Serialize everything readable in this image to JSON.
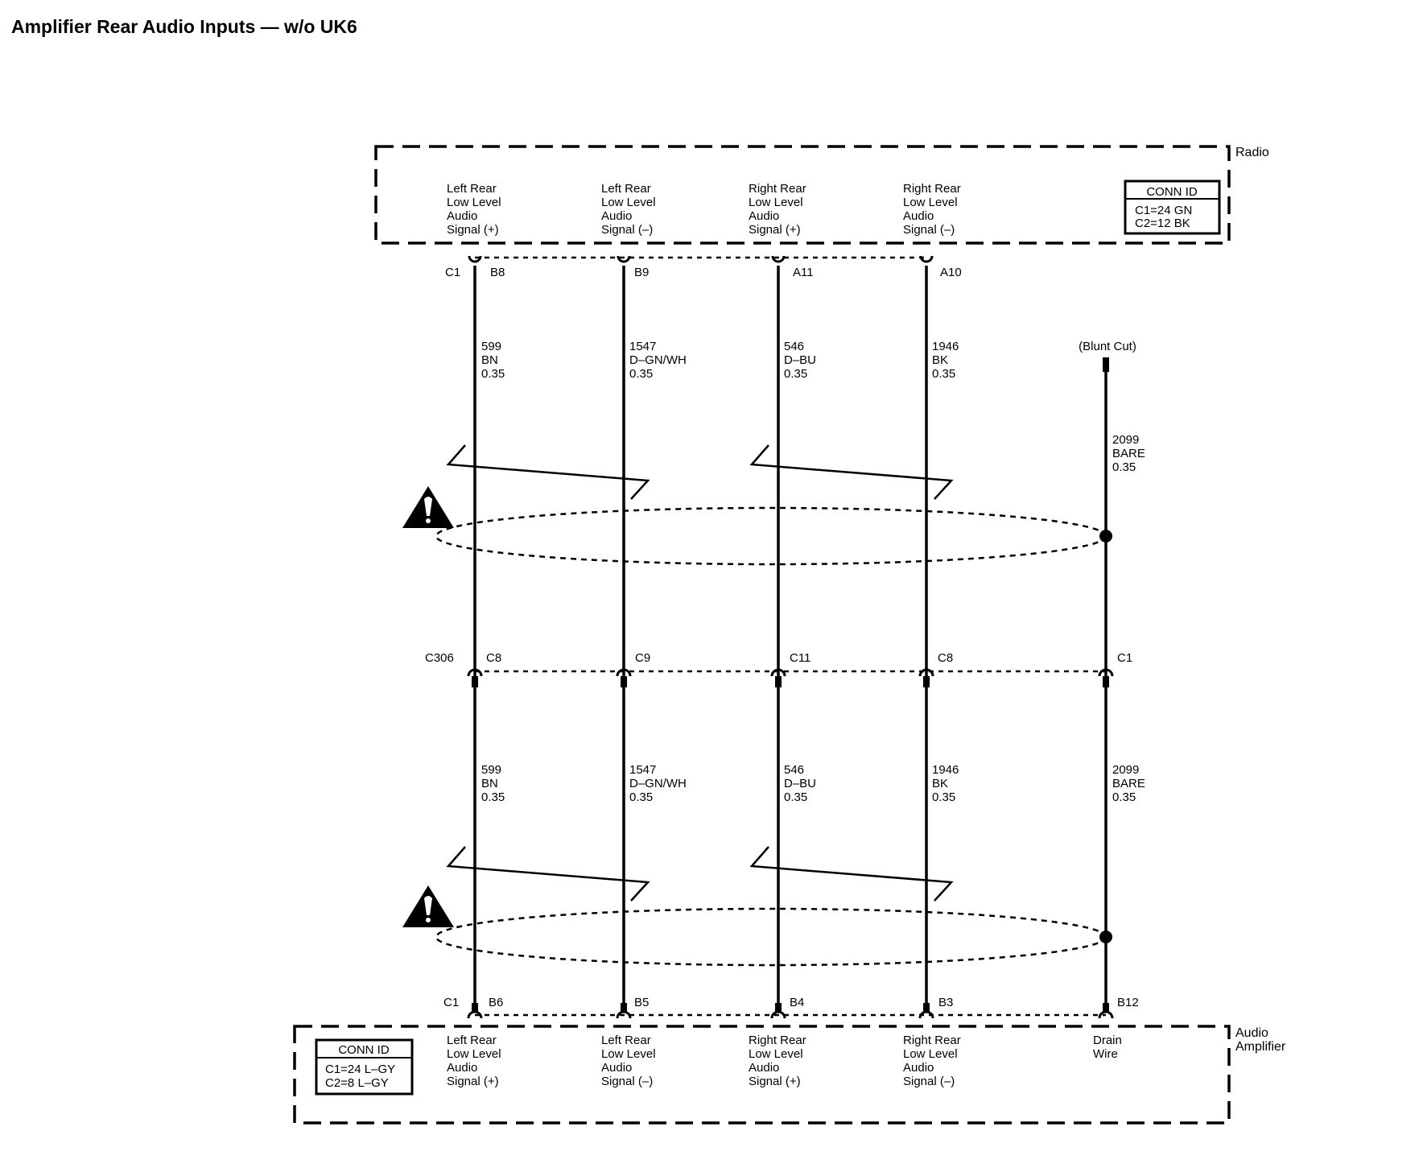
{
  "title": "Amplifier Rear Audio Inputs — w/o UK6",
  "radio": {
    "name": "Radio",
    "conn_id": {
      "header": "CONN ID",
      "lines": [
        "C1=24 GN",
        "C2=12 BK"
      ]
    },
    "connector": "C1",
    "pins": [
      "B8",
      "B9",
      "A11",
      "A10"
    ],
    "terminals": [
      [
        "Left Rear",
        "Low Level",
        "Audio",
        "Signal (+)"
      ],
      [
        "Left Rear",
        "Low Level",
        "Audio",
        "Signal (–)"
      ],
      [
        "Right Rear",
        "Low Level",
        "Audio",
        "Signal (+)"
      ],
      [
        "Right Rear",
        "Low Level",
        "Audio",
        "Signal (–)"
      ]
    ]
  },
  "blunt_cut": "(Blunt Cut)",
  "upper_wires": [
    [
      "599",
      "BN",
      "0.35"
    ],
    [
      "1547",
      "D–GN/WH",
      "0.35"
    ],
    [
      "546",
      "D–BU",
      "0.35"
    ],
    [
      "1946",
      "BK",
      "0.35"
    ],
    [
      "2099",
      "BARE",
      "0.35"
    ]
  ],
  "inline": {
    "connector": "C306",
    "pins": [
      "C8",
      "C9",
      "C11",
      "C8",
      "C1"
    ]
  },
  "lower_wires": [
    [
      "599",
      "BN",
      "0.35"
    ],
    [
      "1547",
      "D–GN/WH",
      "0.35"
    ],
    [
      "546",
      "D–BU",
      "0.35"
    ],
    [
      "1946",
      "BK",
      "0.35"
    ],
    [
      "2099",
      "BARE",
      "0.35"
    ]
  ],
  "amplifier": {
    "name": [
      "Audio",
      "Amplifier"
    ],
    "conn_id": {
      "header": "CONN ID",
      "lines": [
        "C1=24 L–GY",
        "C2=8 L–GY"
      ]
    },
    "connector": "C1",
    "pins": [
      "B6",
      "B5",
      "B4",
      "B3",
      "B12"
    ],
    "terminals": [
      [
        "Left Rear",
        "Low Level",
        "Audio",
        "Signal (+)"
      ],
      [
        "Left Rear",
        "Low Level",
        "Audio",
        "Signal (–)"
      ],
      [
        "Right Rear",
        "Low Level",
        "Audio",
        "Signal (+)"
      ],
      [
        "Right Rear",
        "Low Level",
        "Audio",
        "Signal (–)"
      ],
      [
        "Drain",
        "Wire"
      ]
    ]
  },
  "icons": [
    "warning-triangle-icon",
    "warning-triangle-icon"
  ]
}
